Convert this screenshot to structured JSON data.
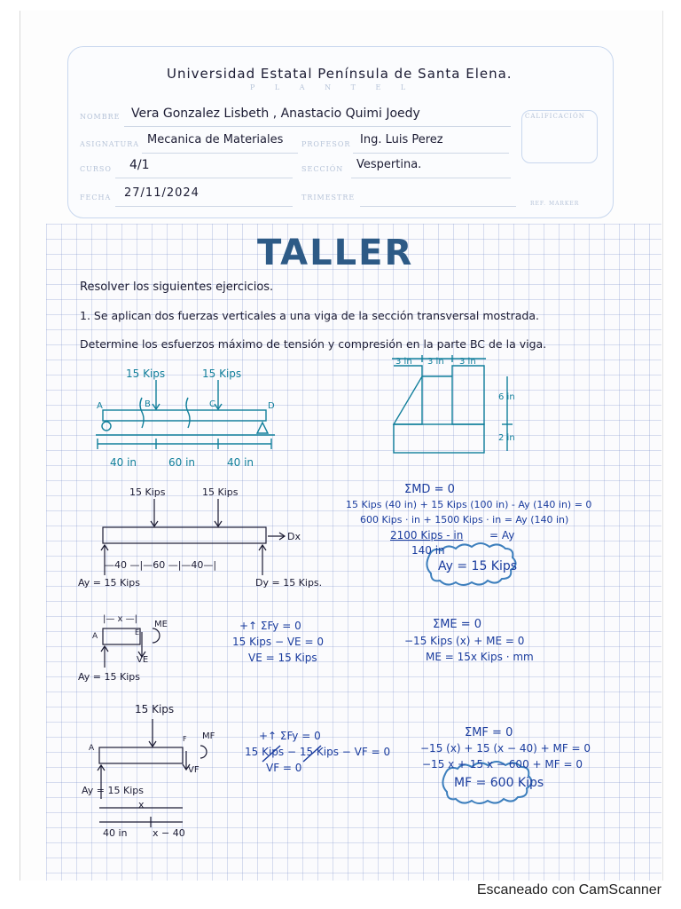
{
  "header": {
    "university": "Universidad Estatal Península de Santa Elena.",
    "plantel": "P L A N T E L",
    "form_labels": {
      "nombre": "NOMBRE",
      "asignatura": "ASIGNATURA",
      "profesor": "PROFESOR",
      "curso": "CURSO",
      "seccion": "SECCIÓN",
      "fecha": "FECHA",
      "trimestre": "TRIMESTRE",
      "calificacion": "CALIFICACIÓN",
      "ref": "REF. MARKER"
    },
    "nombre": "Vera Gonzalez Lisbeth , Anastacio Quimi Joedy",
    "asignatura": "Mecanica de Materiales",
    "profesor": "Ing. Luis Perez",
    "curso": "4/1",
    "seccion": "Vespertina.",
    "fecha": "27/11/2024"
  },
  "title": "TALLER",
  "instructions": "Resolver los siguientes ejercicios.",
  "problem": {
    "line1": "1. Se aplican dos fuerzas verticales a una viga de la sección transversal mostrada.",
    "line2": "Determine los esfuerzos máximo de tensión y compresión en la parte BC de la viga."
  },
  "beam_diagram": {
    "load1": "15 Kips",
    "load2": "15 Kips",
    "A": "A",
    "B": "B",
    "C": "C",
    "D": "D",
    "dim1": "40 in",
    "dim2": "60 in",
    "dim3": "40 in"
  },
  "cross_section": {
    "w1": "3 in",
    "w2": "3 in",
    "w3": "3 in",
    "h1": "6 in",
    "h2": "2 in"
  },
  "fbd1": {
    "load1": "15 Kips",
    "load2": "15 Kips",
    "Dx": "Dx",
    "dims": "—40 —|—60 —|—40—|",
    "Ay": "Ay = 15 Kips",
    "Dy": "Dy = 15 Kips."
  },
  "moment_eq": {
    "l1": "ΣMD = 0",
    "l2": "15 Kips (40 in) + 15 Kips (100 in) - Ay (140 in) = 0",
    "l3": "600 Kips · in + 1500 Kips · in = Ay (140 in)",
    "l4": "2100 Kips - in",
    "l5": "140 in",
    "l4_rhs": "= Ay",
    "result": "Ay = 15 Kips"
  },
  "section1": {
    "x": "|— x —|",
    "A": "A",
    "E": "E",
    "ME": "ME",
    "VE": "VE",
    "Ay": "Ay = 15 Kips",
    "fy1": "+↑ ΣFy = 0",
    "fy2": "15 Kips − VE = 0",
    "fy3": "VE = 15 Kips",
    "m1": "ΣME = 0",
    "m2": "−15 Kips (x) + ME = 0",
    "m3": "ME = 15x Kips · mm"
  },
  "section2": {
    "load": "15 Kips",
    "A": "A",
    "F": "F",
    "MF": "MF",
    "VF": "VF",
    "Ay": "Ay = 15 Kips",
    "x": "x",
    "d1": "40 in",
    "d2": "x − 40",
    "fy1": "+↑ ΣFy = 0",
    "fy2": "15 Kips − 15 Kips − VF = 0",
    "fy3": "VF = 0",
    "m1": "ΣMF = 0",
    "m2": "−15 (x) + 15 (x − 40) + MF = 0",
    "m3": "−15 x + 15 x − 600 + MF = 0",
    "result": "MF = 600 Kips"
  },
  "footer": "Escaneado con CamScanner",
  "colors": {
    "ink_black": "#1b1b33",
    "ink_blue": "#1a3c9e",
    "ink_teal": "#117f9b",
    "grid": "#b4c0dc"
  }
}
